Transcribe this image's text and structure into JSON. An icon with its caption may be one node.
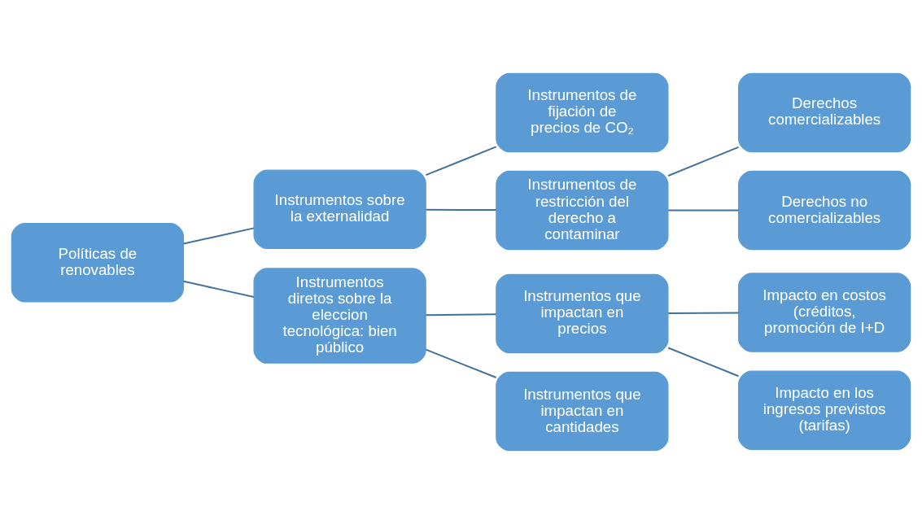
{
  "diagram": {
    "nodes": [
      {
        "text": [
          "Políticas de renovables"
        ]
      },
      {
        "text": [
          "Instrumentos sobre la externalidad"
        ]
      },
      {
        "text": [
          "Instrumentos de fijación de precios de CO₂"
        ]
      },
      {
        "text": [
          "Instrumentos de restricción del derecho a contaminar"
        ]
      },
      {
        "text": [
          "Derechos comercializables"
        ]
      },
      {
        "text": [
          "Derechos no comercializables"
        ]
      },
      {
        "text": [
          "Instrumentos diretos sobre la eleccion tecnológica: bien público"
        ]
      },
      {
        "text": [
          "Instrumentos que impactan en precios"
        ]
      },
      {
        "text": [
          "Instrumentos que impactan en cantidades"
        ]
      },
      {
        "text": [
          "Impacto en costos (créditos, promoción de I+D"
        ]
      },
      {
        "text": [
          "Impacto en los ingresos previstos (tarifas)"
        ]
      }
    ],
    "edges": [
      {
        "from": 0,
        "to": 1,
        "arrow": "none"
      },
      {
        "from": 0,
        "to": 6,
        "arrow": "none"
      },
      {
        "from": 1,
        "to": 2,
        "arrow": "none"
      },
      {
        "from": 1,
        "to": 3,
        "arrow": "none"
      },
      {
        "from": 3,
        "to": 4,
        "arrow": "none"
      },
      {
        "from": 3,
        "to": 5,
        "arrow": "none"
      },
      {
        "from": 6,
        "to": 7,
        "arrow": "none"
      },
      {
        "from": 6,
        "to": 8,
        "arrow": "none"
      },
      {
        "from": 7,
        "to": 9,
        "arrow": "none"
      },
      {
        "from": 7,
        "to": 10,
        "arrow": "none"
      }
    ]
  }
}
